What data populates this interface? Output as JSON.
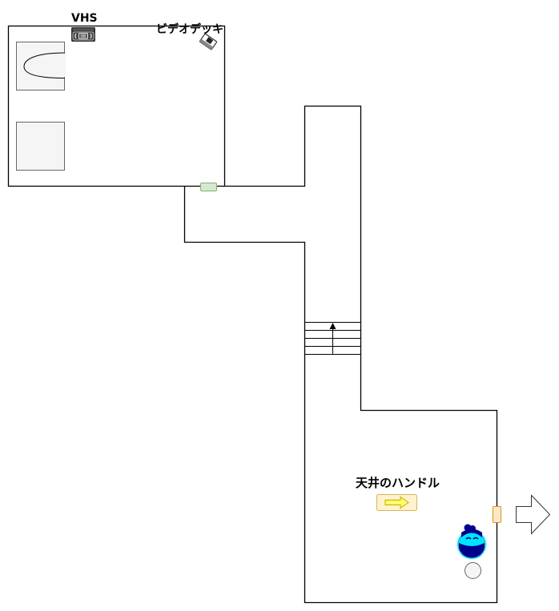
{
  "diagram": {
    "type": "floor-plan",
    "labels": {
      "vhs": "VHS",
      "video_deck": "ビデオデッキ",
      "ceiling_handle": "天井のハンドル"
    },
    "colors": {
      "wall": "#000000",
      "furniture_fill": "#f5f5f5",
      "furniture_stroke": "#666666",
      "door_green_fill": "#d5e8d4",
      "door_green_stroke": "#82b366",
      "door_orange_fill": "#ffe6cc",
      "door_orange_stroke": "#d79b00",
      "handle_fill": "#fff2cc",
      "handle_stroke": "#d6b656",
      "handle_arrow": "#ffff66",
      "character_dark": "#00008b",
      "character_light": "#00e5ff",
      "exit_arrow_fill": "#ffffff"
    },
    "rooms": [
      {
        "id": "room-top-left",
        "name": "vhs-room"
      },
      {
        "id": "corridor",
        "name": "corridor"
      },
      {
        "id": "stairs",
        "name": "stairs",
        "steps": 4,
        "direction": "up"
      },
      {
        "id": "room-bottom-right",
        "name": "handle-room"
      }
    ],
    "items": [
      {
        "id": "vhs",
        "label": "VHS",
        "icon": "vhs-cassette-icon"
      },
      {
        "id": "video-deck",
        "label": "ビデオデッキ",
        "icon": "video-deck-icon"
      },
      {
        "id": "ceiling-handle",
        "label": "天井のハンドル",
        "icon": "arrow-right-icon"
      },
      {
        "id": "player",
        "icon": "character-icon"
      },
      {
        "id": "exit",
        "icon": "exit-arrow-icon"
      }
    ]
  }
}
